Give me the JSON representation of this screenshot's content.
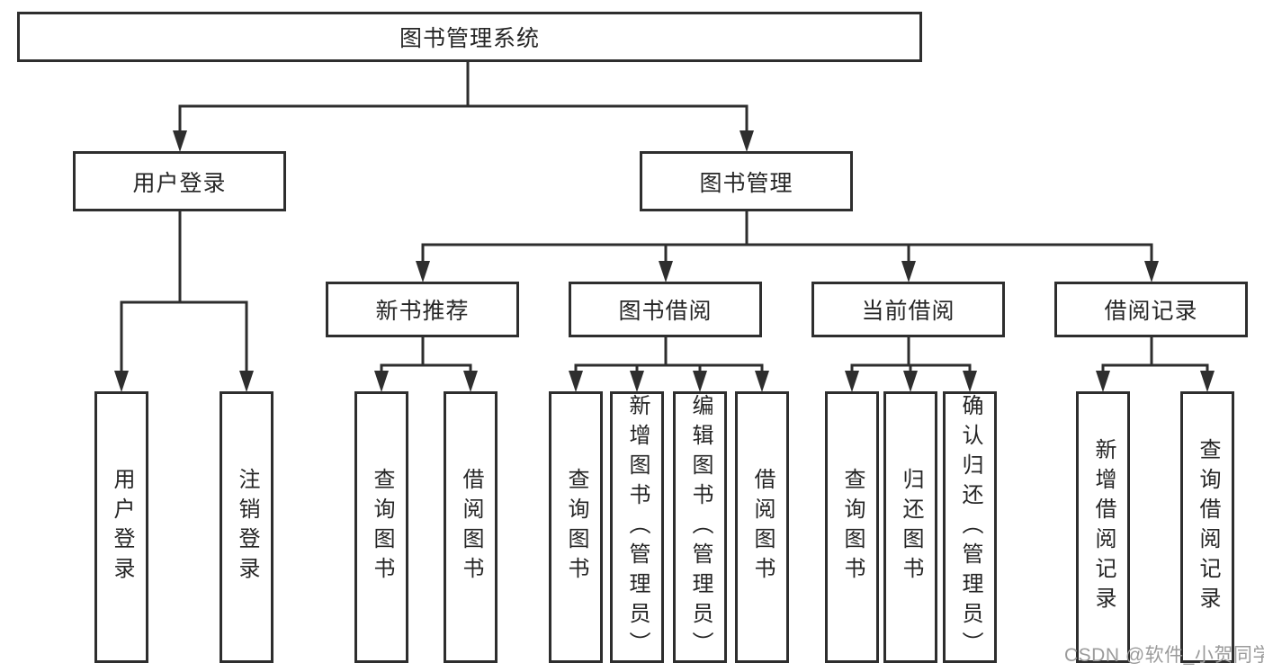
{
  "diagram": {
    "root": {
      "label": "图书管理系统"
    },
    "level2": [
      {
        "label": "用户登录"
      },
      {
        "label": "图书管理"
      }
    ],
    "level3": [
      {
        "label": "新书推荐"
      },
      {
        "label": "图书借阅"
      },
      {
        "label": "当前借阅"
      },
      {
        "label": "借阅记录"
      }
    ],
    "leaves": {
      "user_login": [
        "用户登录",
        "注销登录"
      ],
      "new_book": [
        "查询图书",
        "借阅图书"
      ],
      "book_borrow": [
        "查询图书",
        "新增图书（管理员）",
        "编辑图书（管理员）",
        "借阅图书"
      ],
      "current_borrow": [
        "查询图书",
        "归还图书",
        "确认归还（管理员）"
      ],
      "borrow_record": [
        "新增借阅记录",
        "查询借阅记录"
      ]
    }
  },
  "watermark": {
    "text": "CSDN @软件_小贺同学"
  },
  "colors": {
    "line": "#2e2e2e",
    "box_border": "#2e2e2e",
    "box_fill": "#ffffff",
    "text": "#262626",
    "watermark": "#9b9b9b"
  }
}
